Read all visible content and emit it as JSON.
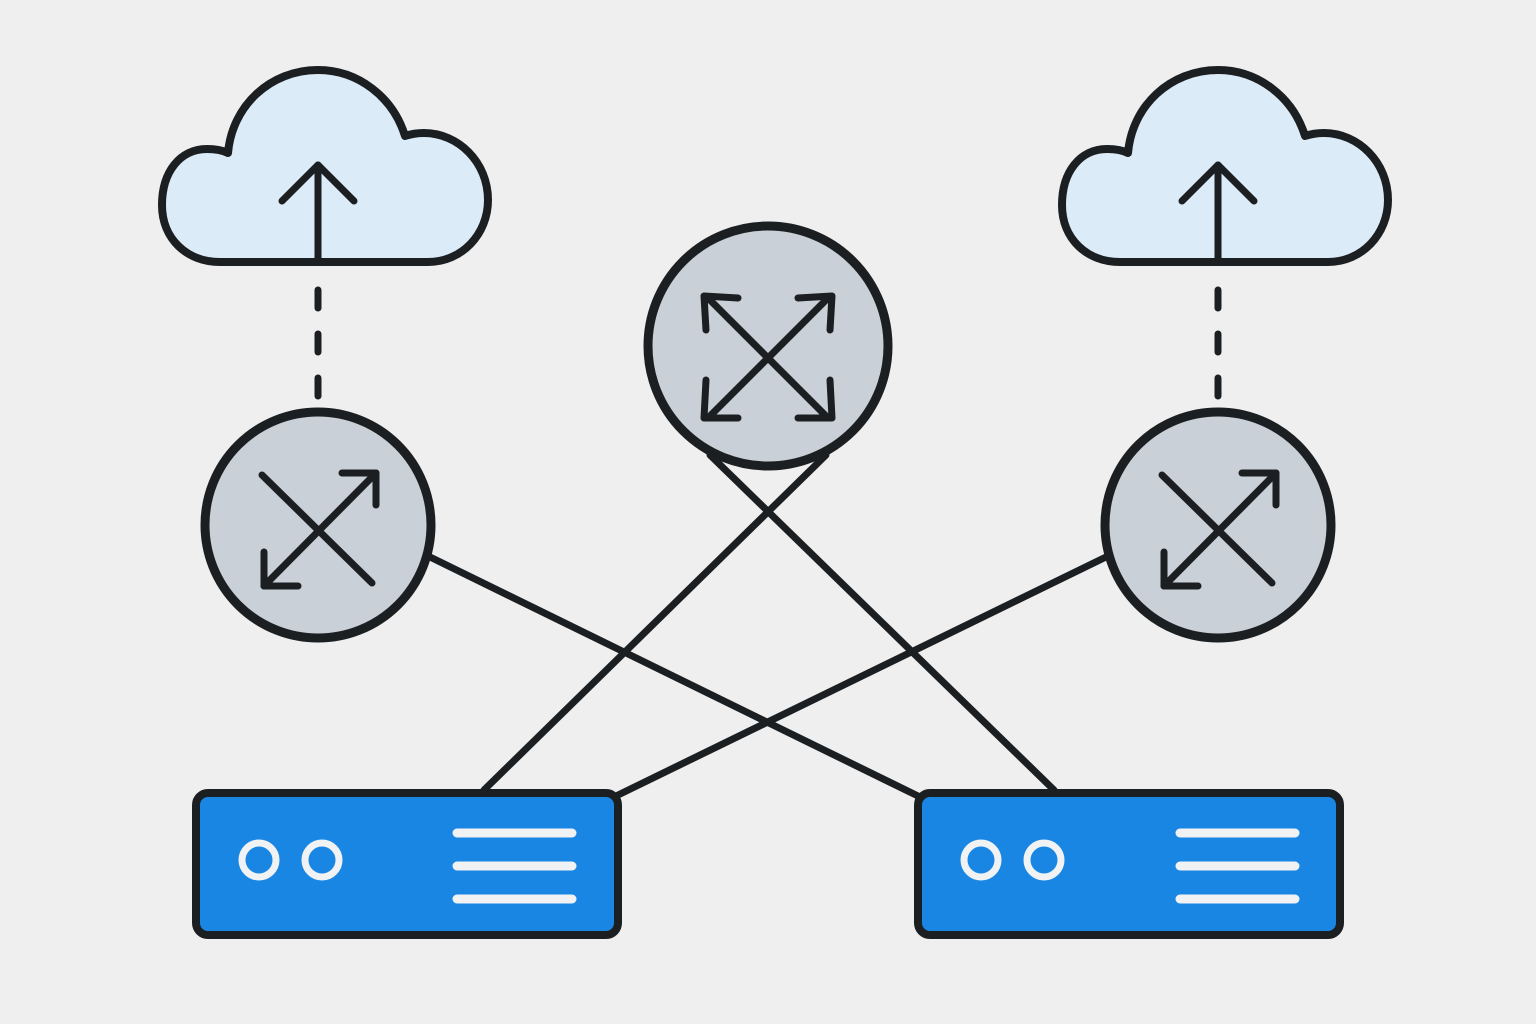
{
  "diagram": {
    "kind": "network-topology",
    "colors": {
      "background": "#efefef",
      "stroke": "#1c1f22",
      "cloud_fill": "#dcebf8",
      "router_fill": "#c9d0d8",
      "server_fill": "#1a86e3",
      "server_detail": "#f0f2f4"
    },
    "nodes": [
      {
        "id": "cloud-left",
        "type": "cloud",
        "icon": "upload-arrow-icon"
      },
      {
        "id": "cloud-right",
        "type": "cloud",
        "icon": "upload-arrow-icon"
      },
      {
        "id": "router-left",
        "type": "switch",
        "icon": "crossed-arrows-icon"
      },
      {
        "id": "router-center",
        "type": "core-switch",
        "icon": "expand-arrows-icon"
      },
      {
        "id": "router-right",
        "type": "switch",
        "icon": "crossed-arrows-icon"
      },
      {
        "id": "server-left",
        "type": "server",
        "icon": "rack-server-icon"
      },
      {
        "id": "server-right",
        "type": "server",
        "icon": "rack-server-icon"
      }
    ],
    "edges": [
      {
        "from": "cloud-left",
        "to": "router-left",
        "style": "dashed"
      },
      {
        "from": "cloud-right",
        "to": "router-right",
        "style": "dashed"
      },
      {
        "from": "router-left",
        "to": "server-right",
        "style": "solid"
      },
      {
        "from": "router-right",
        "to": "server-left",
        "style": "solid"
      },
      {
        "from": "router-center",
        "to": "server-left",
        "style": "solid"
      },
      {
        "from": "router-center",
        "to": "server-right",
        "style": "solid"
      }
    ]
  }
}
